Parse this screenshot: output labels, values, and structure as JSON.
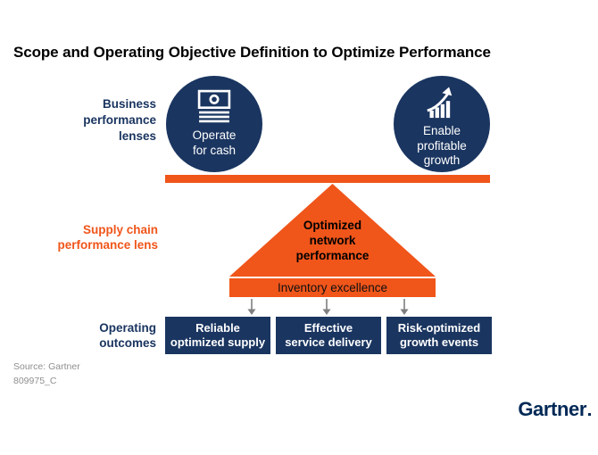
{
  "title": "Scope and Operating Objective Definition to Optimize Performance",
  "left_labels": {
    "business": {
      "lines": [
        "Business",
        "performance",
        "lenses"
      ]
    },
    "supply_chain": {
      "lines": [
        "Supply chain",
        "performance lens"
      ]
    },
    "operating": {
      "lines": [
        "Operating",
        "outcomes"
      ]
    }
  },
  "lenses": {
    "operate_for_cash": {
      "icon": "cash-bills-icon",
      "lines": [
        "Operate",
        "for cash"
      ]
    },
    "enable_profitable_growth": {
      "icon": "growth-chart-arrow-icon",
      "lines": [
        "Enable",
        "profitable",
        "growth"
      ]
    }
  },
  "triangle": {
    "lines": [
      "Optimized",
      "network",
      "performance"
    ]
  },
  "inventory_bar": {
    "label": "Inventory excellence"
  },
  "outcomes": [
    {
      "lines": [
        "Reliable",
        "optimized supply"
      ]
    },
    {
      "lines": [
        "Effective",
        "service delivery"
      ]
    },
    {
      "lines": [
        "Risk-optimized",
        "growth events"
      ]
    }
  ],
  "footer": {
    "source": "Source: Gartner",
    "figure_id": "809975_C"
  },
  "logo": {
    "text": "Gartner"
  },
  "colors": {
    "navy": "#1a3560",
    "orange": "#f0551a",
    "arrow_gray": "#7f7f7f",
    "source_gray": "#8f8f8f",
    "logo_navy": "#002856",
    "title_black": "#000000"
  }
}
